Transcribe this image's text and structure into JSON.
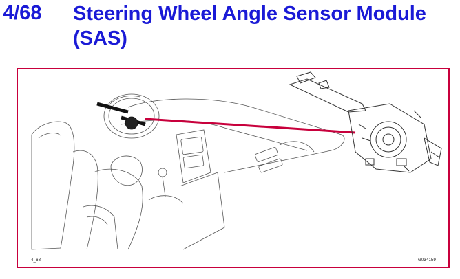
{
  "slide": {
    "number": "4/68",
    "title": "Steering Wheel Angle Sensor Module (SAS)"
  },
  "figure": {
    "ref_left": "4_68",
    "ref_right": "G034159",
    "callout_color": "#c8003c"
  },
  "colors": {
    "title": "#1a1ad6",
    "frame": "#c8003c"
  }
}
